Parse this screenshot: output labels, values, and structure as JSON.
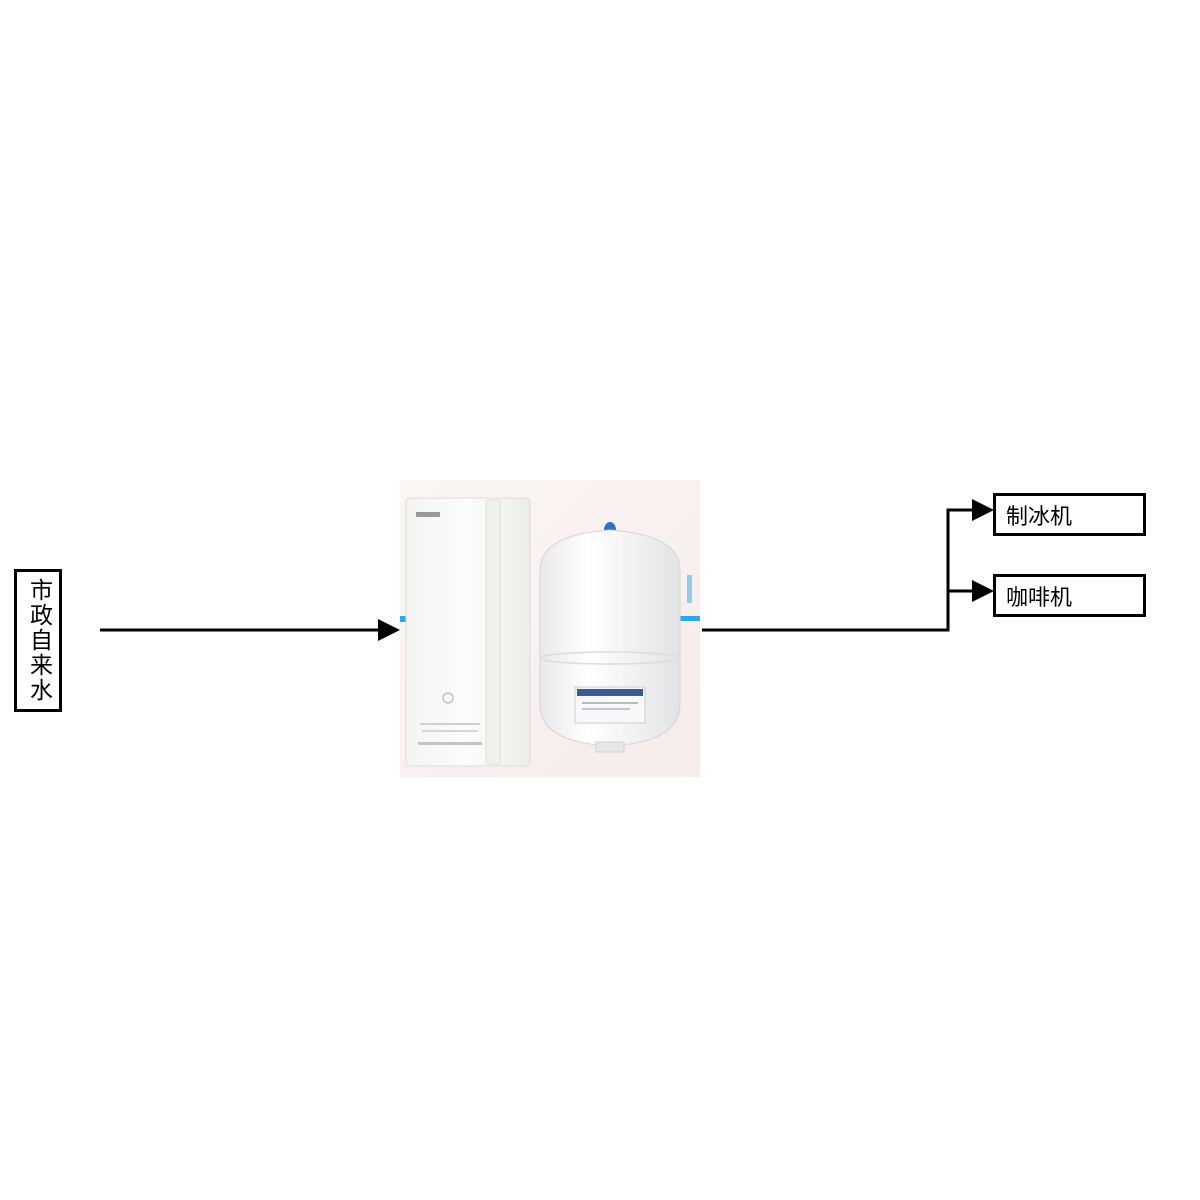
{
  "source": {
    "label": "市政自来水"
  },
  "outputs": [
    {
      "label": "制冰机"
    },
    {
      "label": "咖啡机"
    }
  ],
  "purifier": {
    "image": "ro-water-purifier-with-pressure-tank"
  },
  "colors": {
    "line": "#000000",
    "pipe_accent": "#2aa7e8",
    "tank_cap": "#2f6fd0",
    "tank_label": "#3a5a9a"
  }
}
